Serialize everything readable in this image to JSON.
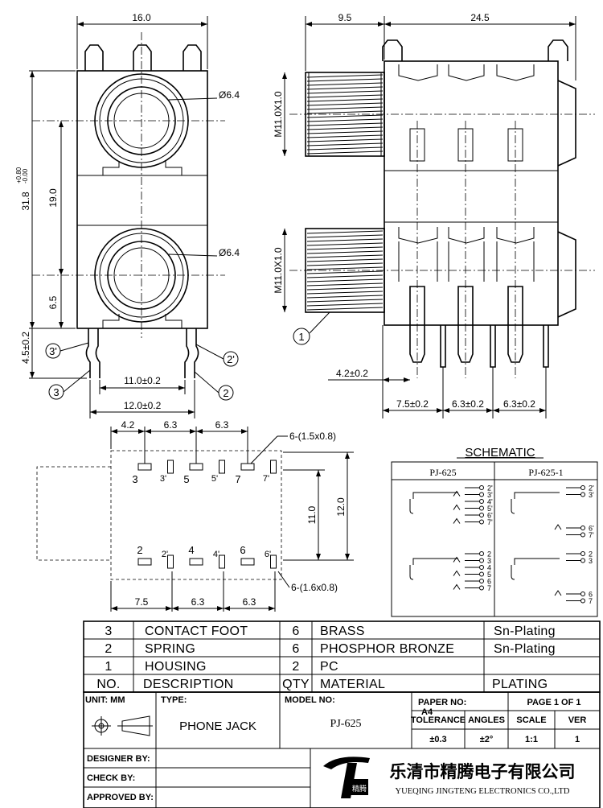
{
  "front_view": {
    "width": "16.0",
    "height": "31.8",
    "height_tol_upper": "+0.80",
    "height_tol_lower": "-0.00",
    "pitch": "19.0",
    "lower_offset": "6.5",
    "foot_height": "4.5±0.2",
    "dia_upper": "Ø6.4",
    "dia_lower": "Ø6.4",
    "inner_width": "11.0±0.2",
    "outer_width": "12.0±0.2",
    "balloons": [
      "3'",
      "3",
      "2'",
      "2"
    ]
  },
  "side_view": {
    "thread_length": "9.5",
    "body_length": "24.5",
    "thread_upper": "M11.0X1.0",
    "thread_lower": "M11.0X1.0",
    "pin_offset": "4.2±0.2",
    "pin_spacing": [
      "7.5±0.2",
      "6.3±0.2",
      "6.3±0.2"
    ],
    "balloon": "1"
  },
  "footprint": {
    "top_dims": [
      "4.2",
      "6.3",
      "6.3"
    ],
    "bottom_dims": [
      "7.5",
      "6.3",
      "6.3"
    ],
    "hole_top": "6-(1.5x0.8)",
    "hole_bottom": "6-(1.6x0.8)",
    "height_inner": "11.0",
    "height_outer": "12.0",
    "top_pins": [
      "3",
      "3'",
      "5",
      "5'",
      "7",
      "7'"
    ],
    "bottom_pins": [
      "2",
      "2'",
      "4",
      "4'",
      "6",
      "6'"
    ]
  },
  "schematic": {
    "title": "SCHEMATIC",
    "col1": "PJ-625",
    "col2": "PJ-625-1",
    "pins_a_upper": [
      "2'",
      "3'",
      "4'",
      "5'",
      "6'",
      "7'"
    ],
    "pins_a_lower": [
      "2",
      "3",
      "4",
      "5",
      "6",
      "7"
    ],
    "pins_b_upper": [
      "2'",
      "3'",
      "6'",
      "7'"
    ],
    "pins_b_lower": [
      "2",
      "3",
      "6",
      "7"
    ]
  },
  "bom": {
    "rows": [
      {
        "no": "3",
        "desc": "CONTACT FOOT",
        "qty": "6",
        "material": "BRASS",
        "plating": "Sn-Plating"
      },
      {
        "no": "2",
        "desc": "SPRING",
        "qty": "6",
        "material": "PHOSPHOR BRONZE",
        "plating": "Sn-Plating"
      },
      {
        "no": "1",
        "desc": "HOUSING",
        "qty": "2",
        "material": "PC",
        "plating": ""
      }
    ],
    "header": {
      "no": "NO.",
      "desc": "DESCRIPTION",
      "qty": "QTY",
      "material": "MATERIAL",
      "plating": "PLATING"
    }
  },
  "title_block": {
    "unit": "UNIT: MM",
    "type_label": "TYPE:",
    "type_value": "PHONE JACK",
    "model_label": "MODEL NO:",
    "model_value": "PJ-625",
    "paper_label": "PAPER NO:",
    "paper_value": "A4",
    "page": "PAGE 1 OF 1",
    "tolerance_label": "TOLERANCE",
    "angles_label": "ANGLES",
    "scale_label": "SCALE",
    "ver_label": "VER",
    "tolerance_value": "±0.3",
    "angles_value": "±2°",
    "scale_value": "1:1",
    "ver_value": "1",
    "designer": "DESIGNER BY:",
    "check": "CHECK BY:",
    "approved": "APPROVED BY:",
    "company_cn": "乐清市精腾电子有限公司",
    "company_en": "YUEQING JINGTENG ELECTRONICS CO.,LTD",
    "logo_mark": "精腾"
  }
}
